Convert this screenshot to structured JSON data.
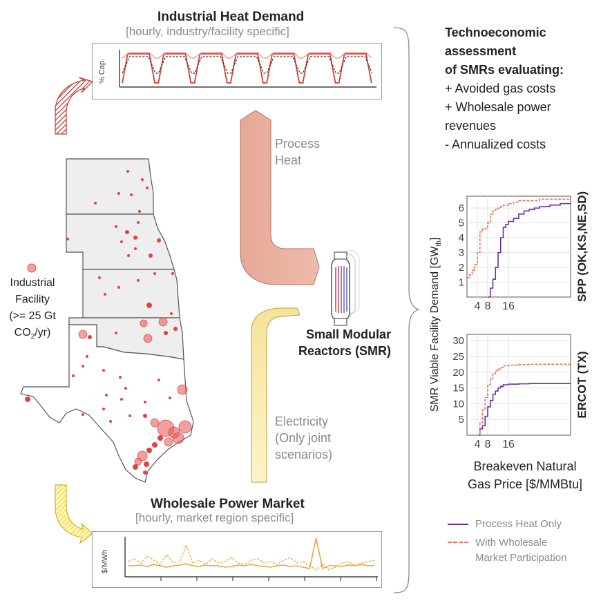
{
  "heat_demand": {
    "title": "Industrial Heat Demand",
    "subtitle": "[hourly, industry/facility specific]",
    "ylabel": "% Cap."
  },
  "power_market": {
    "title": "Wholesale Power Market",
    "subtitle": "[hourly, market region specific]",
    "ylabel": "$/MWh"
  },
  "flows": {
    "process_heat": [
      "Process",
      "Heat"
    ],
    "electricity": [
      "Electricity",
      "(Only joint",
      "scenarios)"
    ]
  },
  "smr": {
    "label": [
      "Small Modular",
      "Reactors (SMR)"
    ]
  },
  "facility_legend": {
    "lines": [
      "Industrial",
      "Facility",
      "(>= 25 Gt",
      "CO",
      "2",
      "/yr)"
    ]
  },
  "assessment": {
    "heading": [
      "Technoeconomic",
      "assessment",
      "of SMRs evaluating:"
    ],
    "items": [
      "+ Avoided gas costs",
      "+ Wholesale power",
      "revenues",
      "-  Annualized costs"
    ]
  },
  "charts": {
    "shared_ylabel": "SMR Viable Facility Demand [GW",
    "shared_ylabel_sub": "th",
    "shared_ylabel_end": "]",
    "xlabel": [
      "Breakeven Natural",
      "Gas Price [$/MMBtu]"
    ],
    "colors": {
      "process_heat": "#6b2fa0",
      "wholesale": "#f06e5a"
    }
  },
  "chart_data": [
    {
      "type": "line",
      "region_label": "SPP (OK,KS,NE,SD)",
      "x_ticks": [
        "4",
        "8",
        "16"
      ],
      "y_ticks": [
        "1",
        "2",
        "3",
        "4",
        "5",
        "6"
      ],
      "ylim": [
        0,
        6.8
      ],
      "xlim": [
        0,
        40
      ],
      "series": [
        {
          "name": "Process Heat Only",
          "style": "solid",
          "x": [
            8,
            9,
            10,
            11,
            12,
            13,
            14,
            15,
            16,
            18,
            20,
            22,
            24,
            26,
            28,
            30,
            32,
            34,
            36,
            40
          ],
          "y": [
            0,
            0.6,
            1.2,
            2.0,
            3.0,
            4.0,
            4.7,
            4.9,
            5.1,
            5.3,
            5.6,
            5.8,
            5.9,
            6.0,
            6.1,
            6.1,
            6.2,
            6.2,
            6.3,
            6.3
          ]
        },
        {
          "name": "With Wholesale Market Participation",
          "style": "dashed",
          "x": [
            0,
            1,
            2,
            3,
            4,
            5,
            6,
            7,
            8,
            9,
            10,
            11,
            12,
            13,
            14,
            16,
            18,
            20,
            24,
            28,
            32,
            40
          ],
          "y": [
            1.3,
            1.5,
            1.8,
            2.2,
            3.0,
            4.4,
            4.6,
            4.6,
            5.0,
            5.6,
            5.8,
            5.9,
            6.0,
            6.1,
            6.2,
            6.3,
            6.4,
            6.5,
            6.5,
            6.6,
            6.6,
            6.6
          ]
        }
      ]
    },
    {
      "type": "line",
      "region_label": "ERCOT (TX)",
      "x_ticks": [
        "4",
        "8",
        "16"
      ],
      "y_ticks": [
        "5",
        "10",
        "15",
        "20",
        "25",
        "30"
      ],
      "ylim": [
        0,
        32
      ],
      "xlim": [
        0,
        40
      ],
      "series": [
        {
          "name": "Process Heat Only",
          "style": "solid",
          "x": [
            4,
            5,
            6,
            7,
            8,
            9,
            10,
            11,
            12,
            13,
            14,
            16,
            20,
            24,
            28,
            32,
            40
          ],
          "y": [
            0,
            2,
            3,
            6,
            9,
            11,
            13,
            14,
            15,
            15.5,
            16,
            16.2,
            16.3,
            16.4,
            16.4,
            16.4,
            16.4
          ]
        },
        {
          "name": "With Wholesale Market Participation",
          "style": "dashed",
          "x": [
            4,
            5,
            6,
            7,
            8,
            9,
            10,
            11,
            12,
            13,
            14,
            16,
            20,
            24,
            28,
            32,
            40
          ],
          "y": [
            0,
            4,
            8,
            12,
            16,
            18,
            19.5,
            20.5,
            21,
            21.5,
            22,
            22.2,
            22.4,
            22.5,
            22.5,
            22.5,
            22.5
          ]
        }
      ]
    }
  ],
  "legend": {
    "items": [
      {
        "label": [
          "Process Heat Only"
        ],
        "style": "solid"
      },
      {
        "label": [
          "With Wholesale",
          "Market Participation"
        ],
        "style": "dashed"
      }
    ]
  }
}
